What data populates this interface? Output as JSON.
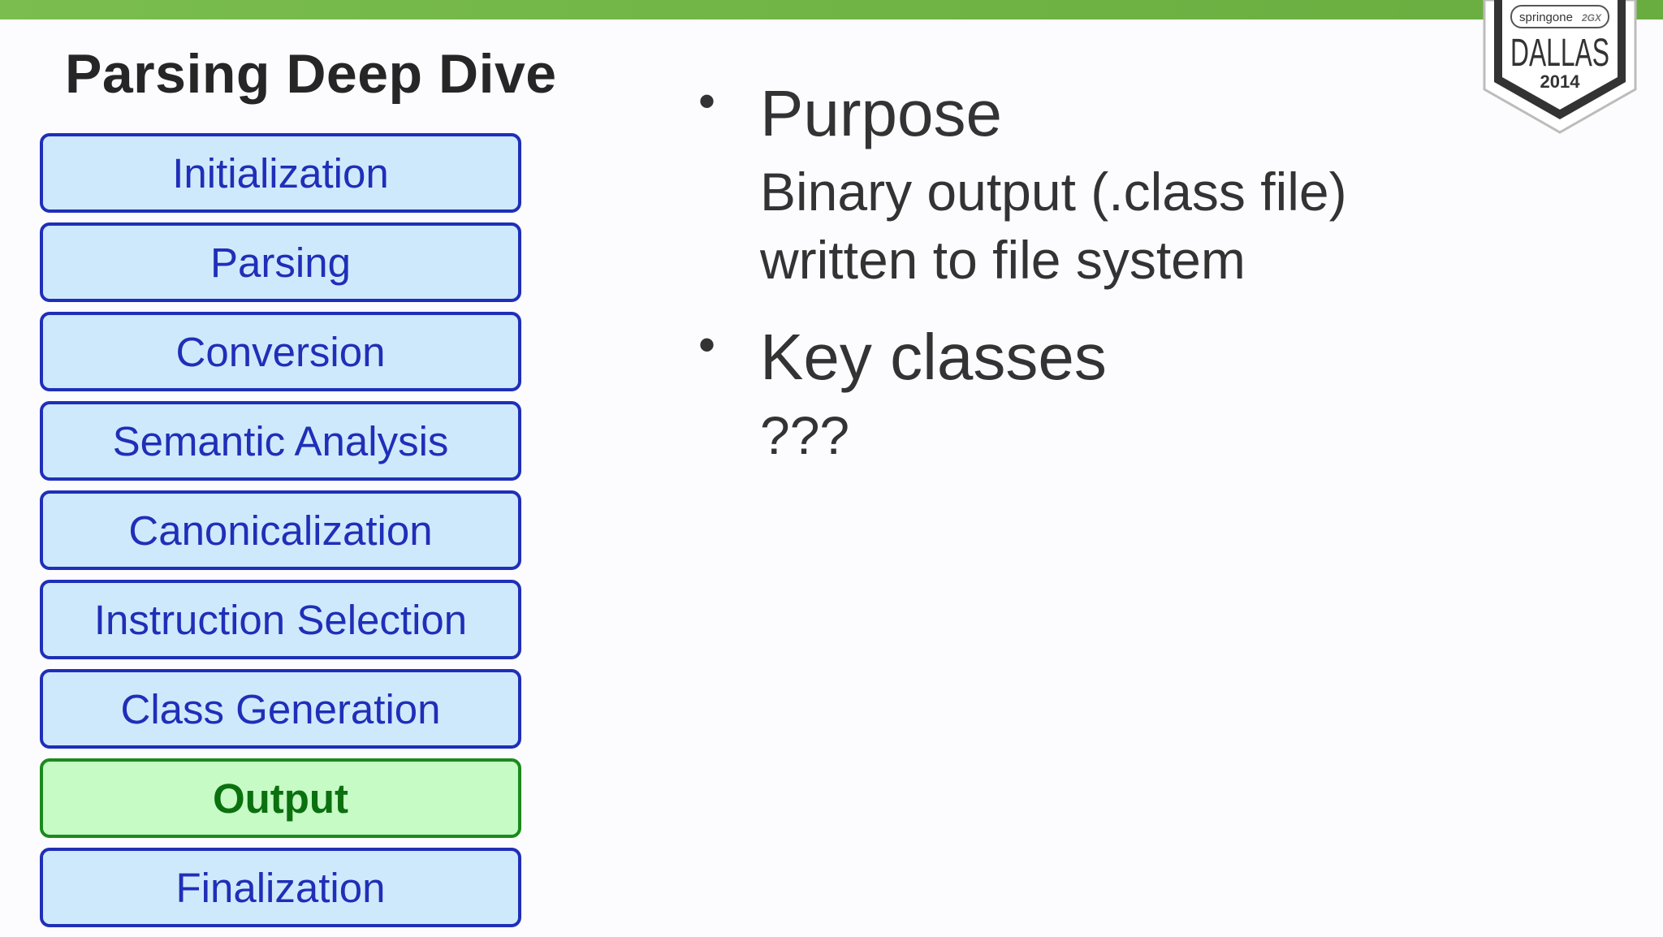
{
  "slide": {
    "title": "Parsing Deep Dive"
  },
  "pipeline": [
    {
      "label": "Initialization",
      "active": false
    },
    {
      "label": "Parsing",
      "active": false
    },
    {
      "label": "Conversion",
      "active": false
    },
    {
      "label": "Semantic Analysis",
      "active": false
    },
    {
      "label": "Canonicalization",
      "active": false
    },
    {
      "label": "Instruction Selection",
      "active": false
    },
    {
      "label": "Class Generation",
      "active": false
    },
    {
      "label": "Output",
      "active": true
    },
    {
      "label": "Finalization",
      "active": false
    }
  ],
  "bullets": [
    {
      "heading": "Purpose",
      "lines": [
        "Binary output (.class file)",
        "written to file system"
      ]
    },
    {
      "heading": "Key classes",
      "lines": [
        "???"
      ]
    }
  ],
  "bullet_glyph": "•",
  "badge": {
    "brand": "springone",
    "brand_suffix": "2GX",
    "city": "DALLAS",
    "year": "2014"
  },
  "colors": {
    "top_bar": "#6fb345",
    "step_border": "#1f2fb8",
    "step_fill": "#cfe9fc",
    "active_border": "#1b8a1d",
    "active_fill": "#c6fbc6",
    "active_text": "#0b700e"
  }
}
